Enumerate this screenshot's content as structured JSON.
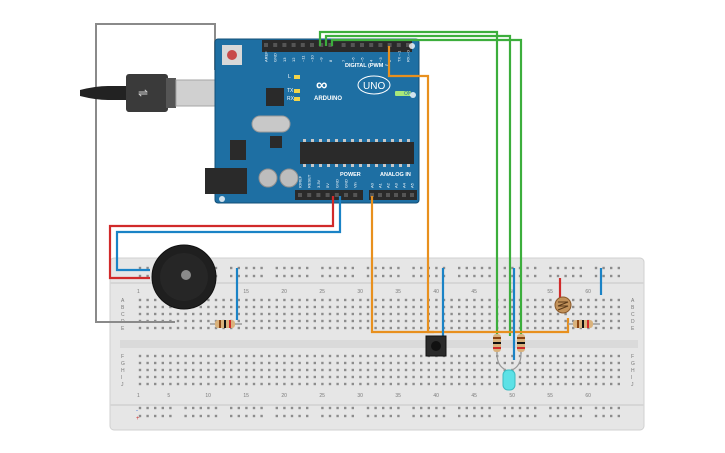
{
  "arduino": {
    "logo_text": "ARDUINO",
    "model": "UNO",
    "digital_label": "DIGITAL (PWM ~)",
    "power_label": "POWER",
    "analog_label": "ANALOG IN",
    "on_label": "ON",
    "led_labels": [
      "L",
      "TX",
      "RX"
    ],
    "top_pins": [
      "AREF",
      "GND",
      "13",
      "12",
      "~11",
      "~10",
      "~9",
      "8",
      "7",
      "~6",
      "~5",
      "4",
      "~3",
      "2",
      "TX→1",
      "RX←0"
    ],
    "power_pins": [
      "IOREF",
      "RESET",
      "3.3V",
      "5V",
      "GND",
      "GND",
      "Vin"
    ],
    "analog_pins": [
      "A0",
      "A1",
      "A2",
      "A3",
      "A4",
      "A5"
    ]
  },
  "breadboard": {
    "column_numbers": [
      "1",
      "5",
      "10",
      "15",
      "20",
      "25",
      "30",
      "35",
      "40",
      "45",
      "50",
      "55",
      "60"
    ],
    "row_letters_top": [
      "A",
      "B",
      "C",
      "D",
      "E"
    ],
    "row_letters_bottom": [
      "F",
      "G",
      "H",
      "I",
      "J"
    ],
    "rail_signs": [
      "+",
      "-"
    ]
  },
  "components": [
    "USB cable",
    "Piezo buzzer",
    "Resistor",
    "Pushbutton",
    "Resistor",
    "Resistor",
    "RGB LED",
    "Photoresistor",
    "Resistor"
  ],
  "wire_colors": {
    "ground": "#1a83c6",
    "power": "#d12a2a",
    "signal_green": "#3cae3c",
    "signal_orange": "#e8901e",
    "grey": "#8a8a8a"
  }
}
